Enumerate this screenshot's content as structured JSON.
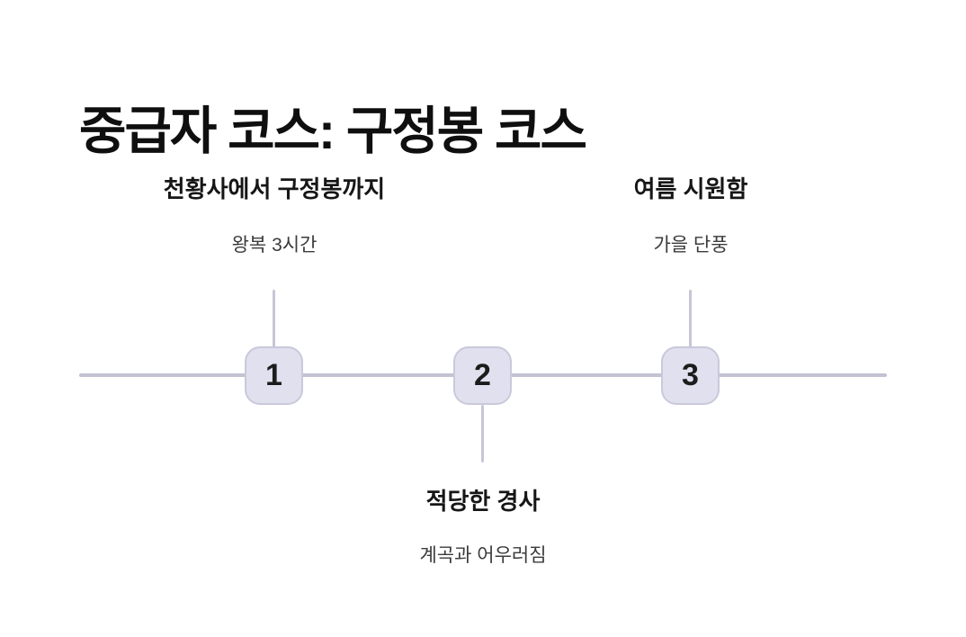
{
  "page": {
    "title": "중급자 코스: 구정봉 코스"
  },
  "timeline": {
    "milestones": [
      {
        "number": "1",
        "label": "천황사에서 구정봉까지",
        "sublabel": "왕복 3시간",
        "text_position": "above"
      },
      {
        "number": "2",
        "label": "적당한 경사",
        "sublabel": "계곡과 어우러짐",
        "text_position": "below"
      },
      {
        "number": "3",
        "label": "여름 시원함",
        "sublabel": "가을 단풍",
        "text_position": "above"
      }
    ]
  },
  "colors": {
    "background": "#ffffff",
    "node_fill": "#e0e0ef",
    "node_border": "#c9c9dc",
    "connector_line": "#c2c2d3",
    "title_text": "#0f0f0f",
    "label_text": "#161616",
    "sublabel_text": "#3b3b3b"
  }
}
